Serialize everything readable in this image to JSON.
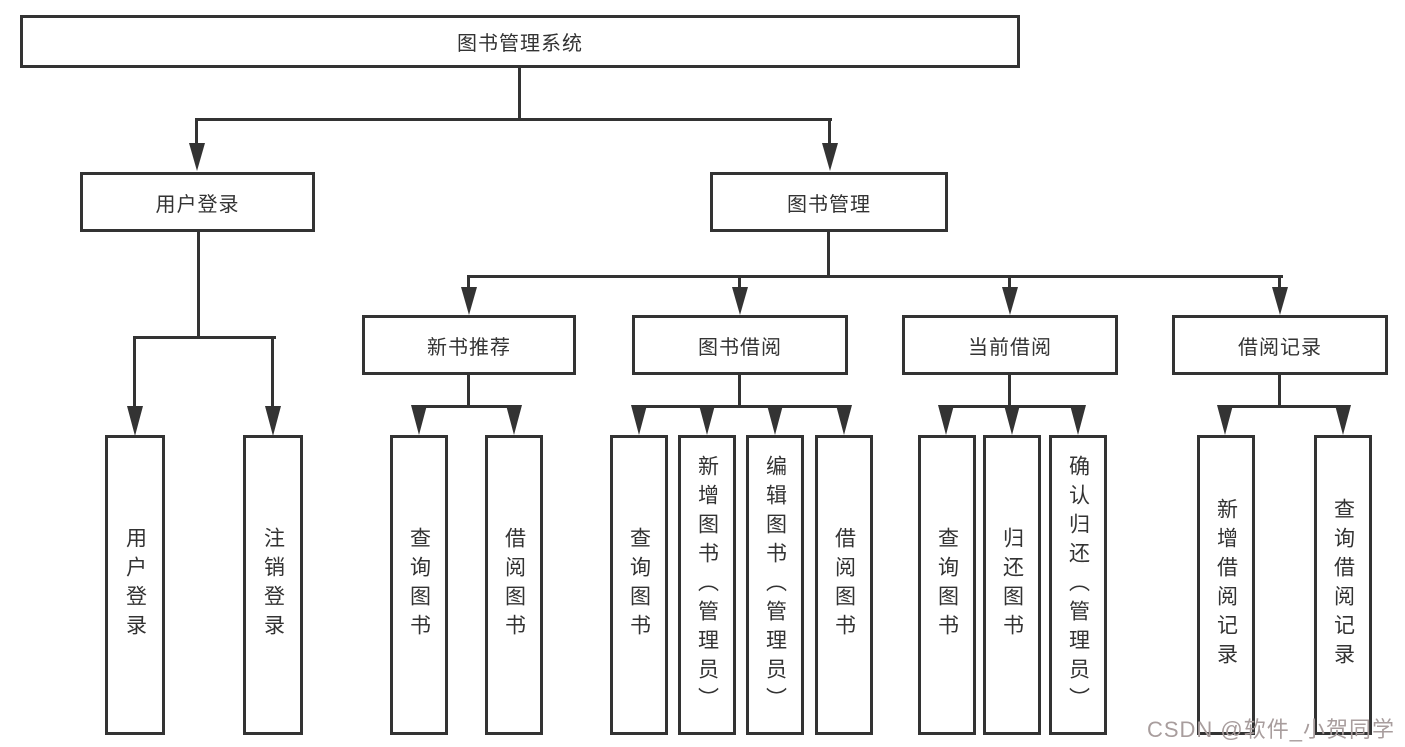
{
  "diagram": {
    "root_label": "图书管理系统",
    "level2": [
      {
        "label": "用户登录"
      },
      {
        "label": "图书管理"
      }
    ],
    "level3": [
      {
        "label": "新书推荐"
      },
      {
        "label": "图书借阅"
      },
      {
        "label": "当前借阅"
      },
      {
        "label": "借阅记录"
      }
    ],
    "leaves": [
      {
        "label": "用户登录"
      },
      {
        "label": "注销登录"
      },
      {
        "label": "查询图书"
      },
      {
        "label": "借阅图书"
      },
      {
        "label": "查询图书"
      },
      {
        "label": "新增图书（管理员）"
      },
      {
        "label": "编辑图书（管理员）"
      },
      {
        "label": "借阅图书"
      },
      {
        "label": "查询图书"
      },
      {
        "label": "归还图书"
      },
      {
        "label": "确认归还（管理员）"
      },
      {
        "label": "新增借阅记录"
      },
      {
        "label": "查询借阅记录"
      }
    ]
  },
  "watermark": {
    "text": "CSDN @软件_小贺同学"
  },
  "colors": {
    "line": "#333333",
    "text": "#333333",
    "box_fill": "#ffffff",
    "background": "#ffffff",
    "watermark": "#a89d9d"
  }
}
